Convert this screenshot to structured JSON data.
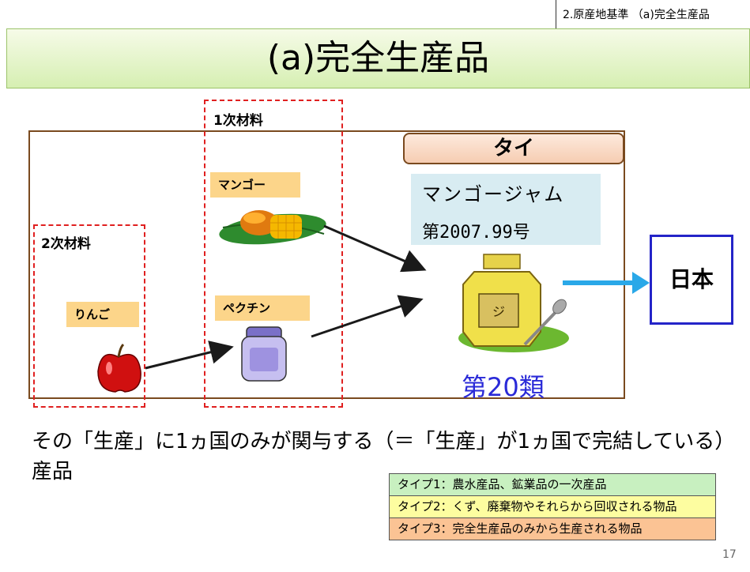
{
  "header": {
    "breadcrumb": "2.原産地基準 （a)完全生産品",
    "title": "(a)完全生産品"
  },
  "diagram": {
    "primary_label": "1次材料",
    "secondary_label": "2次材料",
    "country_label": "タイ",
    "mango_tag": "マンゴー",
    "pectin_tag": "ペクチン",
    "apple_tag": "りんご",
    "jam_name": "マンゴージャム",
    "jam_number": "第2007.99号",
    "hs_class": "第20類",
    "destination": "日本"
  },
  "description": "その「生産」に1ヵ国のみが関与する（＝「生産」が1ヵ国で完結している）産品",
  "types": [
    {
      "label": "タイプ1：農水産品、鉱業品の一次産品",
      "color": "#c8f0c0"
    },
    {
      "label": "タイプ2：くず、廃棄物やそれらから回収される物品",
      "color": "#fdfda0"
    },
    {
      "label": "タイプ3：完全生産品のみから生産される物品",
      "color": "#fbc394"
    }
  ],
  "page_number": "17"
}
